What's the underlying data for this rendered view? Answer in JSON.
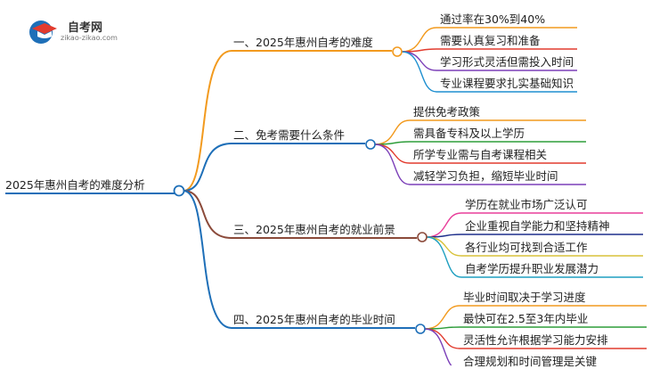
{
  "logo": {
    "title": "自考网",
    "url": "zikao-zikao.com"
  },
  "root": {
    "label": "2025年惠州自考的难度分析"
  },
  "branches": [
    {
      "label": "一、2025年惠州自考的难度",
      "color": "#f29a1e",
      "children": [
        {
          "label": "通过率在30%到40%",
          "color": "#f29a1e"
        },
        {
          "label": "需要认真复习和准备",
          "color": "#e23b2e"
        },
        {
          "label": "学习形式灵活但需投入时间",
          "color": "#7b3fb8"
        },
        {
          "label": "专业课程要求扎实基础知识",
          "color": "#1e8fd0"
        }
      ]
    },
    {
      "label": "二、免考需要什么条件",
      "color": "#1e6fb8",
      "children": [
        {
          "label": "提供免考政策",
          "color": "#f29a1e"
        },
        {
          "label": "需具备专科及以上学历",
          "color": "#2e9d3a"
        },
        {
          "label": "所学专业需与自考课程相关",
          "color": "#e23b2e"
        },
        {
          "label": "减轻学习负担，缩短毕业时间",
          "color": "#7b3fb8"
        }
      ]
    },
    {
      "label": "三、2025年惠州自考的就业前景",
      "color": "#8b4a3a",
      "children": [
        {
          "label": "学历在就业市场广泛认可",
          "color": "#e83e9a"
        },
        {
          "label": "企业重视自学能力和坚持精神",
          "color": "#1e2f8c"
        },
        {
          "label": "各行业均可找到合适工作",
          "color": "#d8c23a"
        },
        {
          "label": "自考学历提升职业发展潜力",
          "color": "#1e9fc0"
        }
      ]
    },
    {
      "label": "四、2025年惠州自考的毕业时间",
      "color": "#1e6fb8",
      "children": [
        {
          "label": "毕业时间取决于学习进度",
          "color": "#f29a1e"
        },
        {
          "label": "最快可在2.5至3年内毕业",
          "color": "#2e9d3a"
        },
        {
          "label": "灵活性允许根据学习能力安排",
          "color": "#e23b2e"
        },
        {
          "label": "合理规划和时间管理是关键",
          "color": "#7b3fb8"
        }
      ]
    }
  ]
}
